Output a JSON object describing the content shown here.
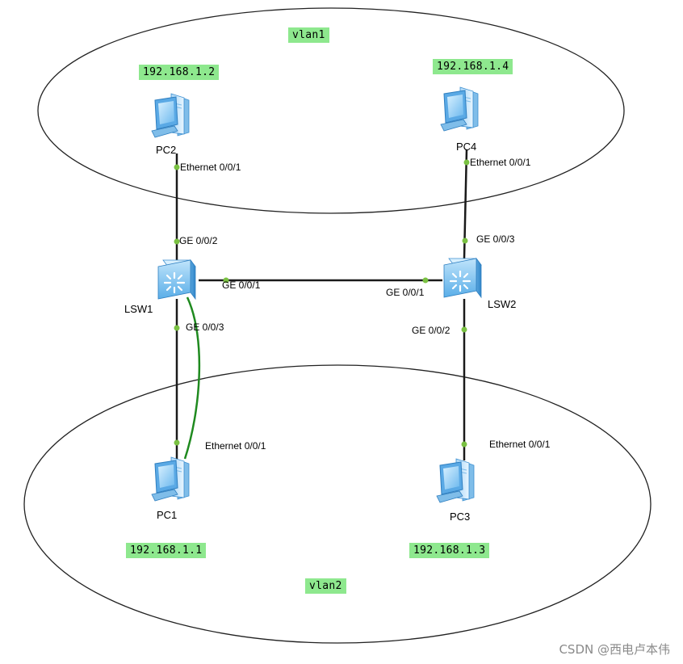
{
  "vlans": {
    "top": "vlan1",
    "bottom": "vlan2"
  },
  "ips": {
    "pc2": "192.168.1.2",
    "pc4": "192.168.1.4",
    "pc1": "192.168.1.1",
    "pc3": "192.168.1.3"
  },
  "devices": {
    "pc1": "PC1",
    "pc2": "PC2",
    "pc3": "PC3",
    "pc4": "PC4",
    "lsw1": "LSW1",
    "lsw2": "LSW2"
  },
  "ports": {
    "pc2_eth": "Ethernet 0/0/1",
    "pc4_eth": "Ethernet 0/0/1",
    "pc1_eth": "Ethernet 0/0/1",
    "pc3_eth": "Ethernet 0/0/1",
    "lsw1_ge2": "GE 0/0/2",
    "lsw1_ge1": "GE 0/0/1",
    "lsw1_ge3": "GE 0/0/3",
    "lsw2_ge3": "GE 0/0/3",
    "lsw2_ge1": "GE 0/0/1",
    "lsw2_ge2": "GE 0/0/2"
  },
  "watermark": "CSDN @西电卢本伟",
  "colors": {
    "ip_tag_bg": "#8ee88e",
    "port_dot": "#7ac142",
    "link": "#1a1a1a",
    "alt_link": "#1f8a1f",
    "device_blue": "#4aa3e6"
  }
}
